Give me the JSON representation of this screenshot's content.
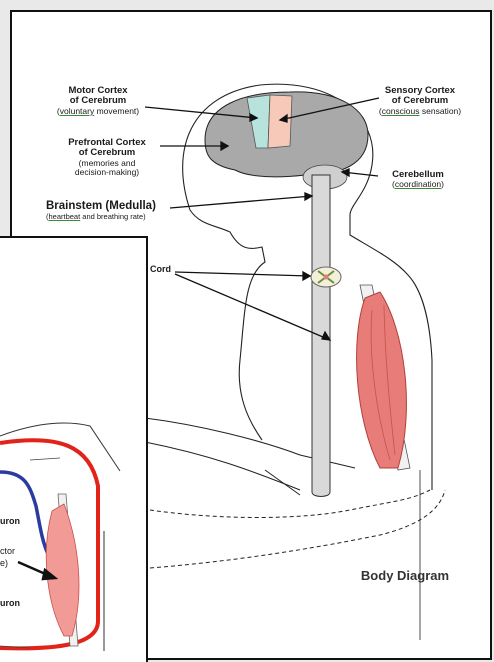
{
  "background_panel": {
    "labels": {
      "top_partial": "Cord",
      "neuron_1": "uron",
      "effector_1": "ctor",
      "effector_2": "e)",
      "neuron_2": "uron"
    }
  },
  "body_diagram": {
    "title": "Body Diagram",
    "labels": {
      "motor_cortex": {
        "title_1": "Motor Cortex",
        "title_2": "of Cerebrum",
        "sub_underlined": "voluntary",
        "sub_rest": " movement)",
        "sub_open": "("
      },
      "sensory_cortex": {
        "title_1": "Sensory Cortex",
        "title_2": "of Cerebrum",
        "sub_open": "(",
        "sub_underlined": "conscious",
        "sub_rest": " sensation)"
      },
      "prefrontal_cortex": {
        "title_1": "Prefrontal Cortex",
        "title_2": "of Cerebrum",
        "sub_1": "(memories and",
        "sub_2": "decision-making)"
      },
      "cerebellum": {
        "title": "Cerebellum",
        "sub_open": "(",
        "sub_underlined": "coordination",
        "sub_close": ")"
      },
      "brainstem": {
        "title": "Brainstem (Medulla)",
        "sub_open": "(",
        "sub_underlined": "heartbeat",
        "sub_rest": " and breathing rate)"
      }
    }
  },
  "colors": {
    "motor_cortex": "#b8e2dc",
    "sensory_cortex": "#f7c9b8",
    "brain": "#a9a9a9",
    "spinal_cord": "#d9d9d9",
    "muscle": "#e77c78",
    "artery": "#e2231a",
    "nerve": "#2a3ca0"
  }
}
